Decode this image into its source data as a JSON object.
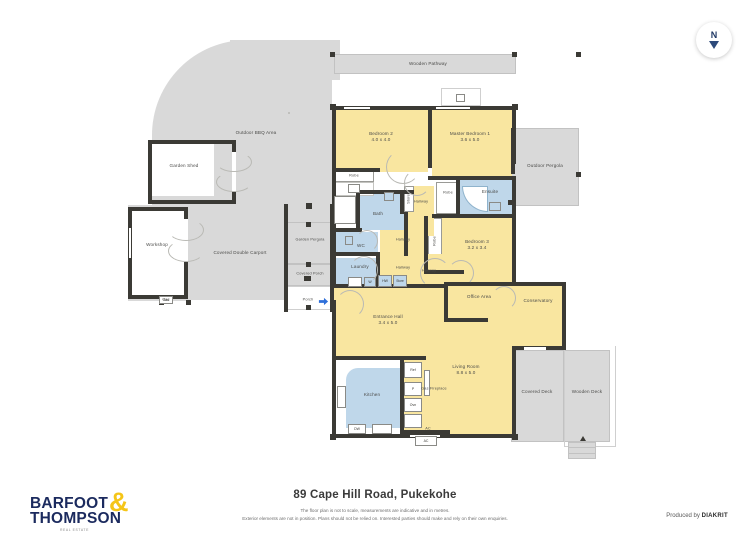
{
  "compass": {
    "label": "N",
    "icon": "north-arrow-icon"
  },
  "footer": {
    "address": "89 Cape Hill Road, Pukekohe",
    "disclaimer_line1": "The floor plan is not to scale, measurements are indicative and in metres.",
    "disclaimer_line2": "Exterior elements are not in position. Plans should not be relied on. Interested parties should make and rely on their own enquiries.",
    "produced_prefix": "Produced by ",
    "produced_brand": "DIAKRIT",
    "logo": {
      "line1": "BARFOOT",
      "line2": "THOMPSON",
      "amp": "&",
      "tagline": "REAL ESTATE"
    }
  },
  "colors": {
    "wall": "#3b3a35",
    "room_fill": "#f9e6a0",
    "wet_fill": "#bfd7ea",
    "exterior_fill": "#d9d9d9",
    "label_text": "#4a4a48",
    "brand_navy": "#1b2a5e",
    "brand_yellow": "#f5c518",
    "entry_arrow": "#2e6fd9"
  },
  "rooms": [
    {
      "id": "bedroom-2",
      "name": "Bedroom 2",
      "dim": "4.0 x 4.0"
    },
    {
      "id": "master-bedroom-1",
      "name": "Master Bedroom 1",
      "dim": "3.6 x 5.0"
    },
    {
      "id": "bedroom-3",
      "name": "Bedroom 3",
      "dim": "3.2 x 3.4"
    },
    {
      "id": "entrance-hall",
      "name": "Entrance Hall",
      "dim": "3.4 x 5.0"
    },
    {
      "id": "living-room",
      "name": "Living Room",
      "dim": "8.8 x 5.0"
    },
    {
      "id": "kitchen",
      "name": "Kitchen",
      "dim": ""
    },
    {
      "id": "bath",
      "name": "Bath",
      "dim": ""
    },
    {
      "id": "wc",
      "name": "WC",
      "dim": ""
    },
    {
      "id": "laundry",
      "name": "Laundry",
      "dim": ""
    },
    {
      "id": "ensuite",
      "name": "Ensuite",
      "dim": ""
    },
    {
      "id": "office-area",
      "name": "Office Area",
      "dim": ""
    },
    {
      "id": "conservatory",
      "name": "Conservatory",
      "dim": ""
    },
    {
      "id": "robe-bedroom2",
      "name": "Robe",
      "dim": ""
    },
    {
      "id": "robe-master",
      "name": "Robe",
      "dim": ""
    },
    {
      "id": "robe-bedroom3",
      "name": "Robe",
      "dim": ""
    },
    {
      "id": "store-bath",
      "name": "Store",
      "dim": ""
    },
    {
      "id": "hallway-1",
      "name": "Hallway",
      "dim": ""
    },
    {
      "id": "hallway-2",
      "name": "Hallway",
      "dim": ""
    },
    {
      "id": "hallway-3",
      "name": "Hallway",
      "dim": ""
    },
    {
      "id": "hallway-4",
      "name": "Hallway",
      "dim": ""
    }
  ],
  "exterior": [
    {
      "id": "wooden-pathway",
      "name": "Wooden Pathway"
    },
    {
      "id": "outdoor-bbq-area",
      "name": "Outdoor BBQ Area"
    },
    {
      "id": "garden-shed",
      "name": "Garden Shed"
    },
    {
      "id": "workshop",
      "name": "Workshop"
    },
    {
      "id": "covered-double-carport",
      "name": "Covered Double Carport"
    },
    {
      "id": "garden-pergola",
      "name": "Garden Pergola"
    },
    {
      "id": "covered-porch",
      "name": "Covered Porch"
    },
    {
      "id": "porch",
      "name": "Porch"
    },
    {
      "id": "outdoor-pergola",
      "name": "Outdoor Pergola"
    },
    {
      "id": "covered-deck",
      "name": "Covered Deck"
    },
    {
      "id": "wooden-deck",
      "name": "Wooden Deck"
    },
    {
      "id": "gas",
      "name": "Gas"
    }
  ],
  "fixtures": [
    {
      "id": "gas-fireplace",
      "name": "Gas Fireplace"
    },
    {
      "id": "refrigerator",
      "name": "Ref"
    },
    {
      "id": "pantry",
      "name": "P"
    },
    {
      "id": "oven",
      "name": "Ovn"
    },
    {
      "id": "dishwasher",
      "name": "DW"
    },
    {
      "id": "hot-water",
      "name": "HW"
    },
    {
      "id": "washer",
      "name": "W"
    },
    {
      "id": "store-laundry",
      "name": "Store"
    },
    {
      "id": "ac-wall",
      "name": "AC"
    },
    {
      "id": "ac-outside",
      "name": "AC"
    }
  ],
  "labels": {
    "bedroom2_name": "Bedroom 2",
    "bedroom2_dim": "4.0 x 4.0",
    "master_name": "Master Bedroom 1",
    "master_dim": "3.6 x 5.0",
    "bedroom3_name": "Bedroom 3",
    "bedroom3_dim": "3.2 x 3.4",
    "entrance_name": "Entrance Hall",
    "entrance_dim": "3.4 x 5.0",
    "living_name": "Living Room",
    "living_dim": "8.8 x 5.0",
    "kitchen": "Kitchen",
    "bath": "Bath",
    "wc": "WC",
    "laundry": "Laundry",
    "ensuite": "Ensuite",
    "office": "Office Area",
    "conservatory": "Conservatory",
    "robe_a": "Robe",
    "robe_b": "Robe",
    "robe_c": "Robe",
    "store_a": "Store",
    "store_b": "Store",
    "hall_a": "Hallway",
    "hall_b": "Hallway",
    "hall_c": "Hallway",
    "hall_d": "Hallway",
    "wooden_pathway": "Wooden Pathway",
    "bbq": "Outdoor BBQ Area",
    "garden_shed": "Garden Shed",
    "workshop": "Workshop",
    "carport": "Covered Double Carport",
    "garden_pergola": "Garden Pergola",
    "covered_porch": "Covered Porch",
    "porch": "Porch",
    "outdoor_pergola": "Outdoor Pergola",
    "covered_deck": "Covered Deck",
    "wooden_deck": "Wooden Deck",
    "gas": "Gas",
    "gas_fireplace": "Gas Fireplace",
    "ref": "Ref",
    "p": "P",
    "ovn": "Ovn",
    "dw": "DW",
    "hw": "HW",
    "w": "W",
    "ac1": "AC",
    "ac2": "AC"
  }
}
